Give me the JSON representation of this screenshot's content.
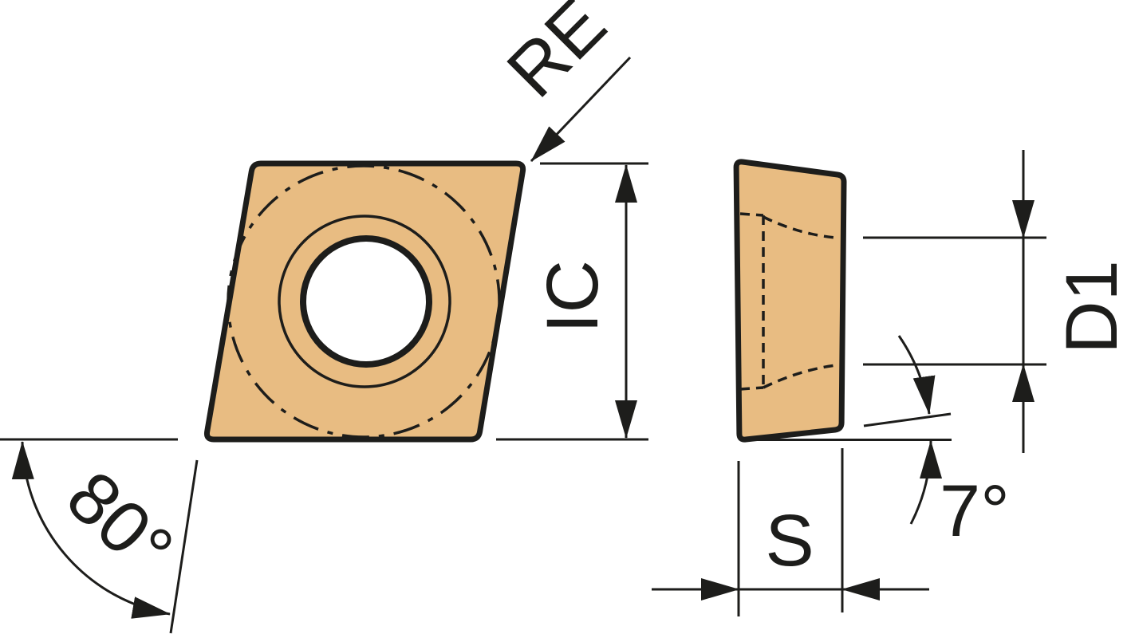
{
  "drawing": {
    "colors": {
      "insert_fill": "#e8bc82",
      "line": "#1d1d1b",
      "background": "#ffffff"
    },
    "front_view": {
      "corner_radius_label": "RE",
      "inscribed_circle_label": "IC",
      "corner_angle_label": "80°"
    },
    "side_view": {
      "hole_diameter_label": "D1",
      "thickness_label": "S",
      "clearance_angle_label": "7°"
    }
  }
}
